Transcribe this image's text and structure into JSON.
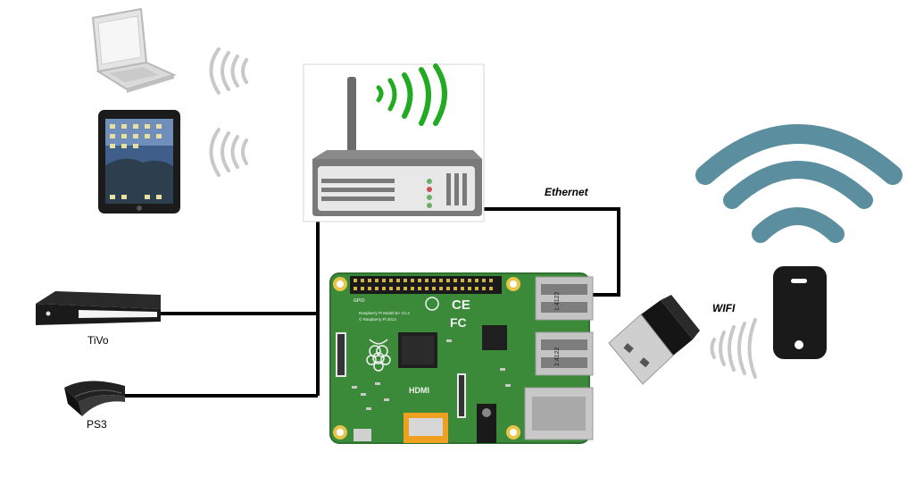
{
  "labels": {
    "ethernet": "Ethernet",
    "wifi": "WIFI",
    "tivo": "TiVo",
    "ps3": "PS3"
  },
  "board_text": {
    "hdmi": "HDMI",
    "board_model": "Raspberry Pi Model B+ V1.2",
    "board_copyright": "© Raspberry Pi 2014",
    "usb_port_1": "1:4122",
    "usb_port_2": "1:4122",
    "ce_mark": "CE",
    "fc_mark": "FC",
    "gpio": "GPIO"
  },
  "colors": {
    "connection_line": "#000000",
    "router_signal": "#22aa22",
    "wifi_symbol": "#5b8fa0",
    "board_green": "#3a8a3a",
    "gray_waves": "#c8c8c8"
  },
  "icons": [
    "laptop-icon",
    "tablet-icon",
    "router-icon",
    "tivo-icon",
    "ps3-icon",
    "raspberry-pi-icon",
    "usb-wifi-dongle-icon",
    "wifi-symbol-icon",
    "smartphone-icon"
  ]
}
